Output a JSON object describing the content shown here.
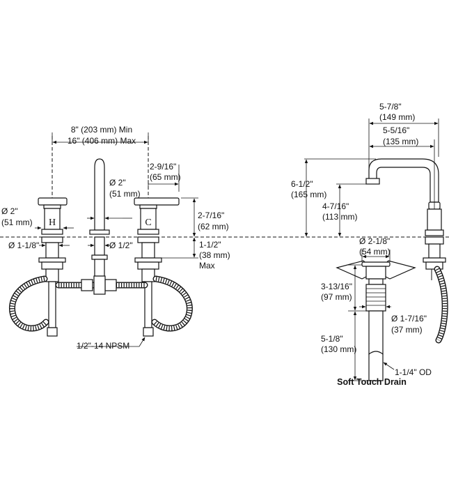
{
  "dimensions": {
    "spread_min": "8\" (203 mm) Min",
    "spread_max": "16\" (406 mm) Max",
    "spout_dia_label": "Ø 2\"",
    "spout_dia_mm": "(51 mm)",
    "spout_to_handle_in": "2-9/16\"",
    "spout_to_handle_mm": "(65 mm)",
    "handle_dia_label": "Ø 2\"",
    "handle_dia_mm": "(51 mm)",
    "handle_height_in": "2-7/16\"",
    "handle_height_mm": "(62 mm)",
    "shank_dia": "Ø 1-1/8\"",
    "supply_dia": "Ø 1/2\"",
    "deck_max_in": "1-1/2\"",
    "deck_max_mm": "(38 mm)",
    "deck_max_note": "Max",
    "thread": "1/2\"-14 NPSM",
    "reach_total_in": "5-7/8\"",
    "reach_total_mm": "(149 mm)",
    "reach_in": "5-5/16\"",
    "reach_mm": "(135 mm)",
    "spout_height_in": "6-1/2\"",
    "spout_height_mm": "(165 mm)",
    "outlet_height_in": "4-7/16\"",
    "outlet_height_mm": "(113 mm)",
    "drain_dia_in": "Ø 2-1/8\"",
    "drain_dia_mm": "(54 mm)",
    "drain_depth_in": "3-13/16\"",
    "drain_depth_mm": "(97 mm)",
    "tail_dia_in": "Ø 1-7/16\"",
    "tail_dia_mm": "(37 mm)",
    "tail_len_in": "5-1/8\"",
    "tail_len_mm": "(130 mm)",
    "tail_od": "1-1/4\" OD"
  },
  "labels": {
    "hot_mark": "H",
    "cold_mark": "C",
    "drain_caption": "Soft Touch Drain"
  }
}
